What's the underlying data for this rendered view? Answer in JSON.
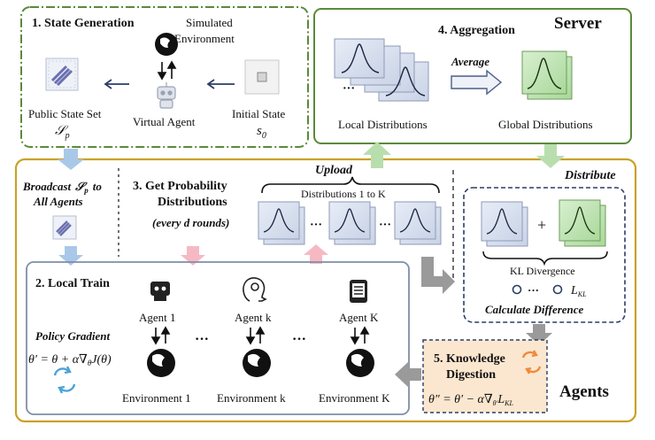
{
  "sections": {
    "state_generation": "1. State Generation",
    "aggregation": "4. Aggregation",
    "server": "Server",
    "agents": "Agents",
    "get_probability_line1": "3. Get Probability",
    "get_probability_line2": "Distributions",
    "every_d_rounds": "(every d rounds)",
    "local_train": "2. Local Train",
    "knowledge_digestion_line1": "5. Knowledge",
    "knowledge_digestion_line2": "Digestion"
  },
  "labels": {
    "simulated_env_line1": "Simulated",
    "simulated_env_line2": "Environment",
    "public_state_set": "Public State Set",
    "public_state_symbol": "𝒮",
    "public_state_sub": "p",
    "virtual_agent": "Virtual Agent",
    "initial_state": "Initial State",
    "initial_state_symbol": "s",
    "initial_state_sub": "0",
    "local_distributions": "Local Distributions",
    "average": "Average",
    "global_distributions": "Global Distributions",
    "upload": "Upload",
    "distribute": "Distribute",
    "distributions_1_to_k": "Distributions 1 to K",
    "broadcast_line1_a": "Broadcast",
    "broadcast_line1_b": "to",
    "broadcast_line2": "All Agents",
    "kl_divergence": "KL Divergence",
    "calculate_difference": "Calculate Difference",
    "l_kl": "L",
    "l_kl_sub": "KL",
    "policy_gradient": "Policy Gradient",
    "ellipsis": "···",
    "plus": "+"
  },
  "formulas": {
    "policy_update": "θ′ = θ + α∇",
    "policy_update_sub": "θ",
    "policy_update_tail": "J(θ)",
    "digestion_update": "θ″ = θ′ − α∇",
    "digestion_update_sub": "θ′",
    "digestion_update_tail": "L",
    "digestion_update_tail_sub": "KL"
  },
  "agents": [
    {
      "agent": "Agent 1",
      "environment": "Environment 1"
    },
    {
      "agent": "Agent k",
      "environment": "Environment k"
    },
    {
      "agent": "Agent K",
      "environment": "Environment K"
    }
  ],
  "colors": {
    "green_border": "#5a8a3a",
    "gold_border": "#c9a227",
    "slate_border": "#7f8fa6",
    "navy_dashed": "#2b3d66",
    "blue_arrow": "#a9c8e8",
    "green_arrow": "#b9deae",
    "pink_arrow": "#f6b9c4",
    "gray_arrow": "#9a9a9a",
    "digestion_fill": "#fbe7cf"
  }
}
